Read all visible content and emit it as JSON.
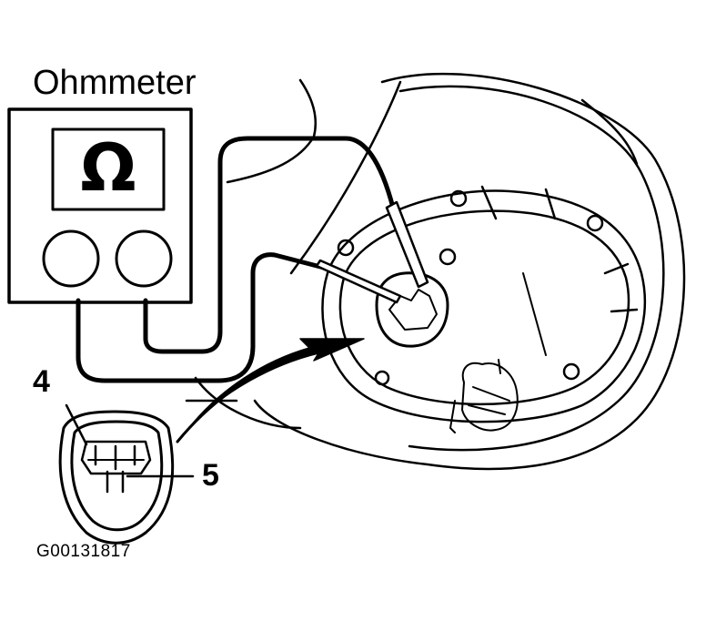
{
  "diagram": {
    "title": "Ohmmeter",
    "meter_symbol": "Ω",
    "pin_left": "4",
    "pin_right": "5",
    "figure_id": "G00131817"
  },
  "colors": {
    "ink": "#000000",
    "paper": "#ffffff"
  },
  "icons": [
    "ohm-symbol-icon",
    "arrow-icon"
  ]
}
